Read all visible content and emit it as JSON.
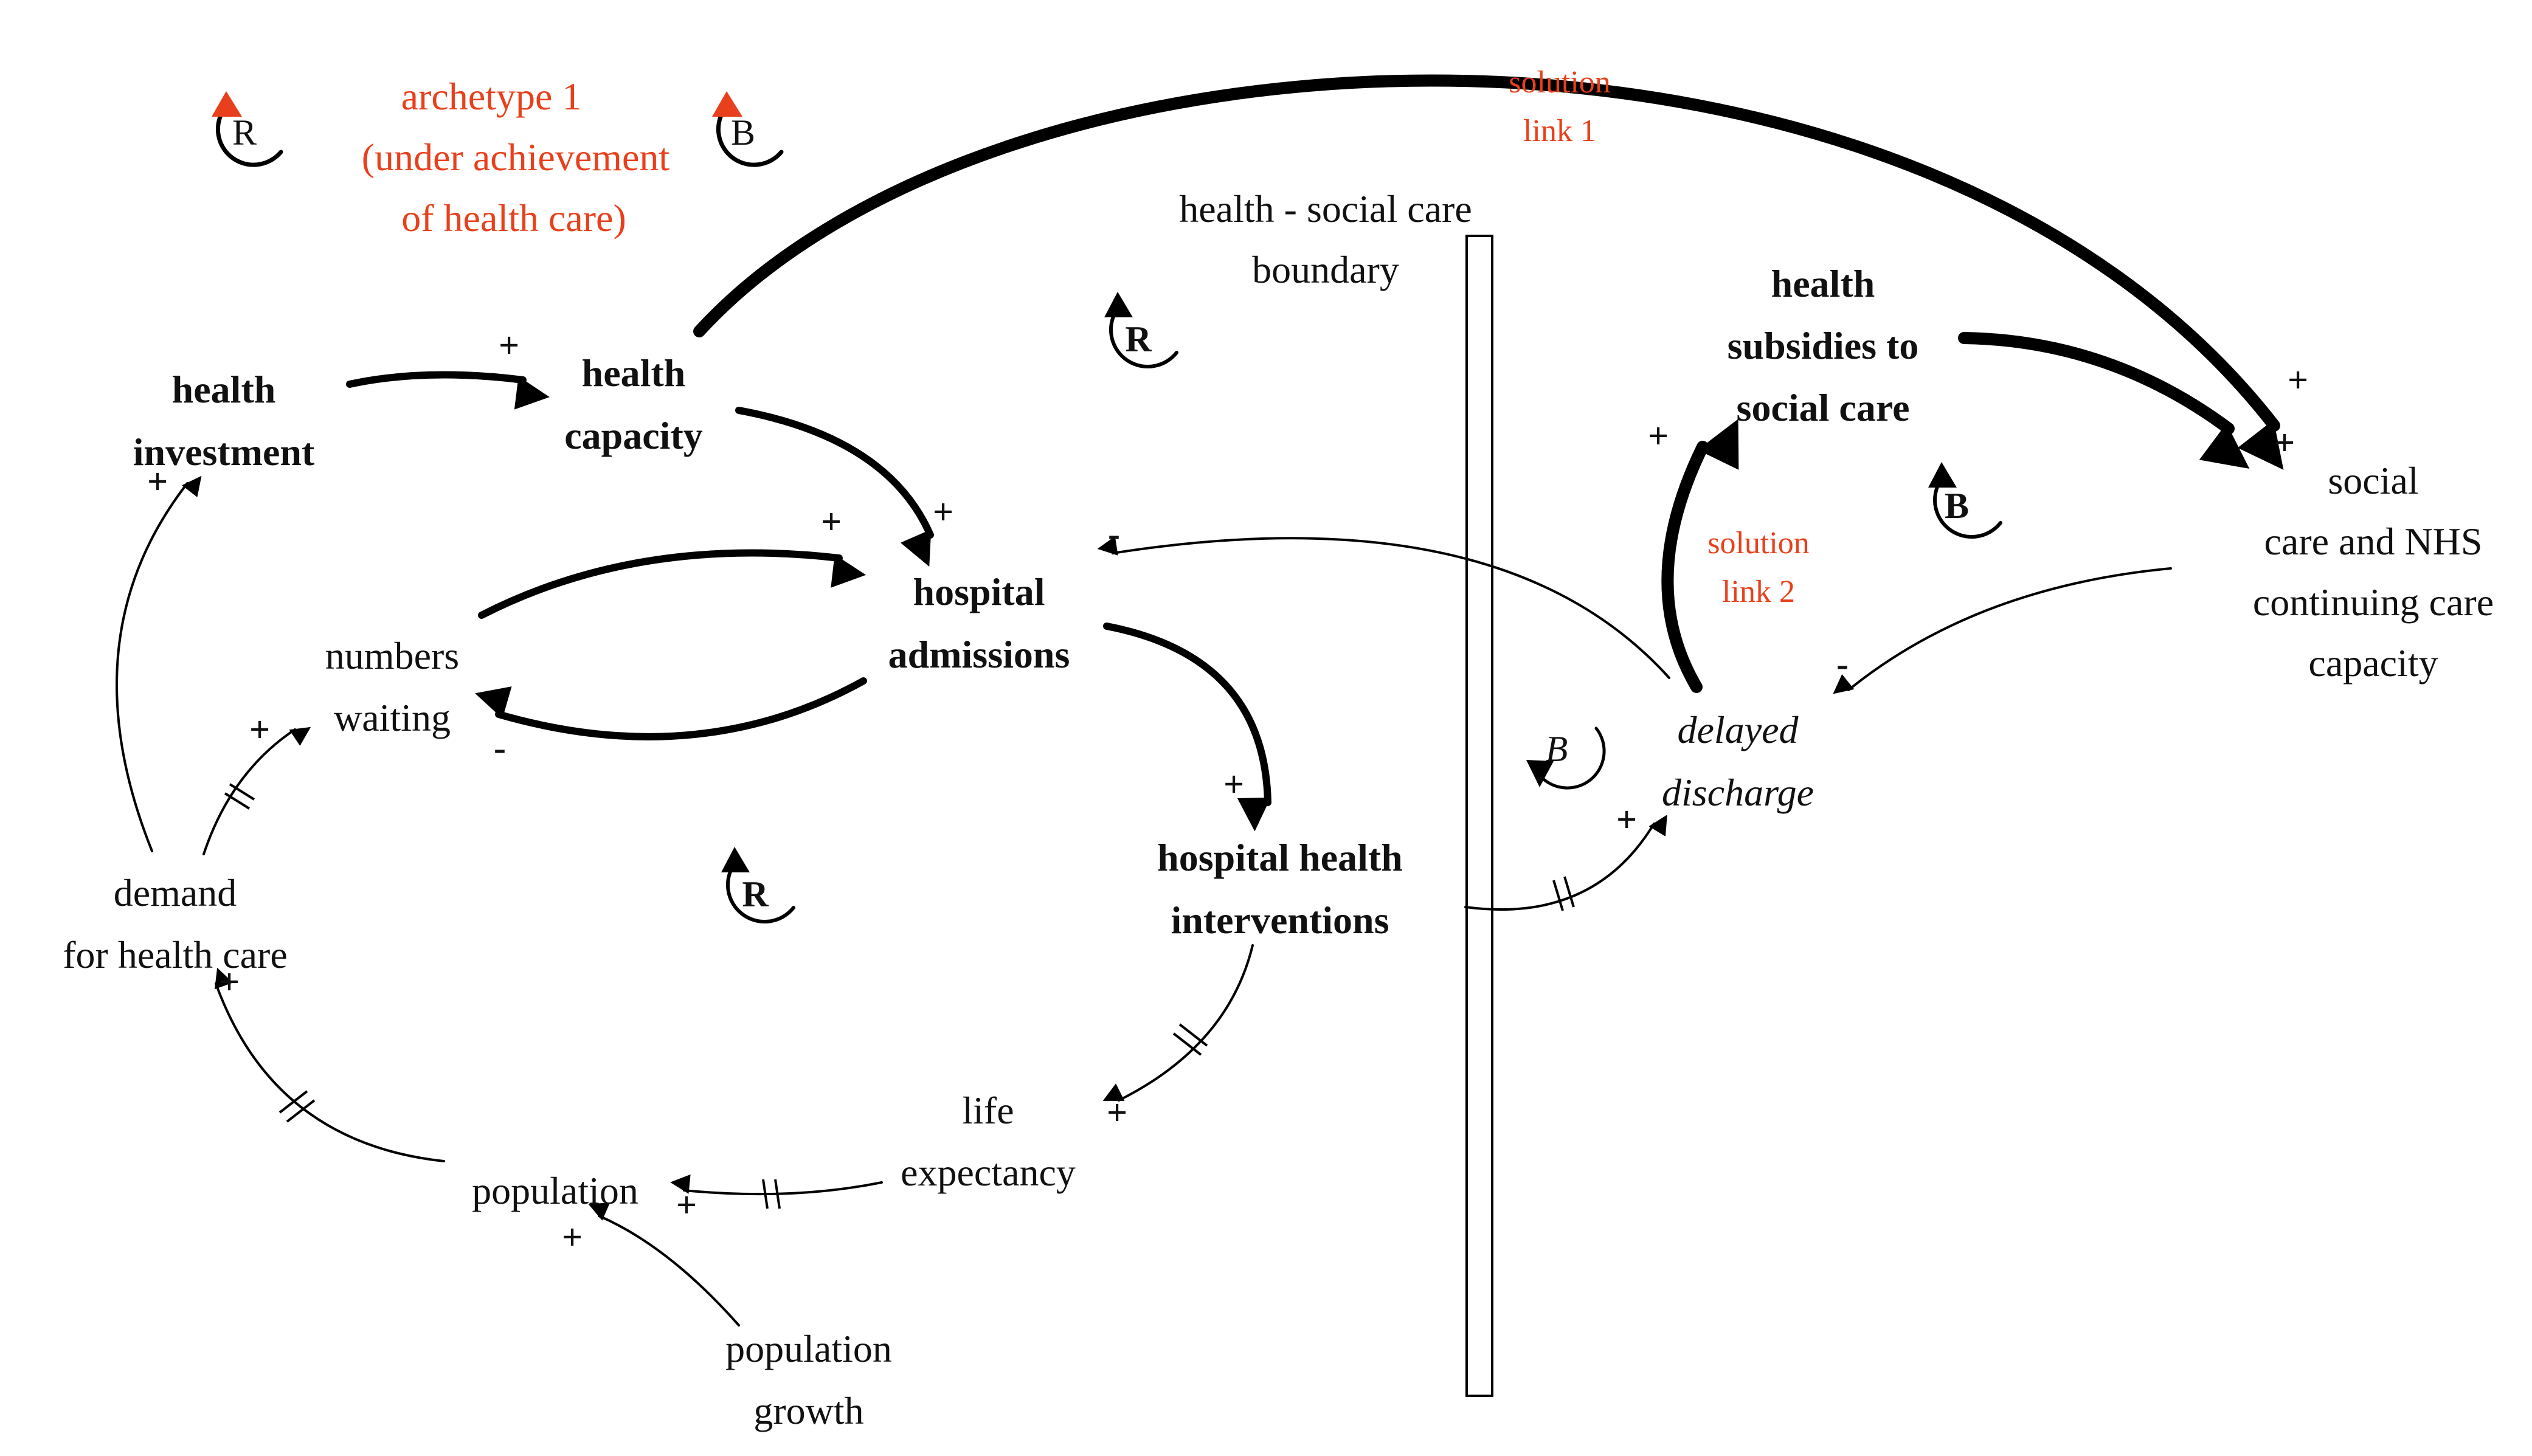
{
  "colors": {
    "ink": "#111111",
    "annotation": "#e8401c"
  },
  "archetype": {
    "line1": "archetype 1",
    "line2": "(under achievement",
    "line3": "of health care)",
    "loop_r": "R",
    "loop_b": "B"
  },
  "solution_link_1": {
    "line1": "solution",
    "line2": "link 1"
  },
  "solution_link_2": {
    "line1": "solution",
    "line2": "link 2"
  },
  "boundary": {
    "line1": "health - social care",
    "line2": "boundary"
  },
  "nodes": {
    "health_investment": {
      "line1": "health",
      "line2": "investment"
    },
    "health_capacity": {
      "line1": "health",
      "line2": "capacity"
    },
    "hospital_admissions": {
      "line1": "hospital",
      "line2": "admissions"
    },
    "numbers_waiting": {
      "line1": "numbers",
      "line2": "waiting"
    },
    "demand": {
      "line1": "demand",
      "line2": "for health care"
    },
    "hospital_interventions": {
      "line1": "hospital health",
      "line2": "interventions"
    },
    "life_expectancy": {
      "line1": "life",
      "line2": "expectancy"
    },
    "population": {
      "line1": "population"
    },
    "population_growth": {
      "line1": "population",
      "line2": "growth"
    },
    "health_subsidies": {
      "line1": "health",
      "line2": "subsidies to",
      "line3": "social care"
    },
    "social_care": {
      "line1": "social",
      "line2": "care and NHS",
      "line3": "continuing care",
      "line4": "capacity"
    },
    "delayed_discharge": {
      "line1": "delayed",
      "line2": "discharge"
    }
  },
  "loops": {
    "r_top": "R",
    "r_mid": "R",
    "b_right": "B",
    "b_italic": "B"
  },
  "signs": {
    "plus": "+",
    "minus": "-"
  }
}
